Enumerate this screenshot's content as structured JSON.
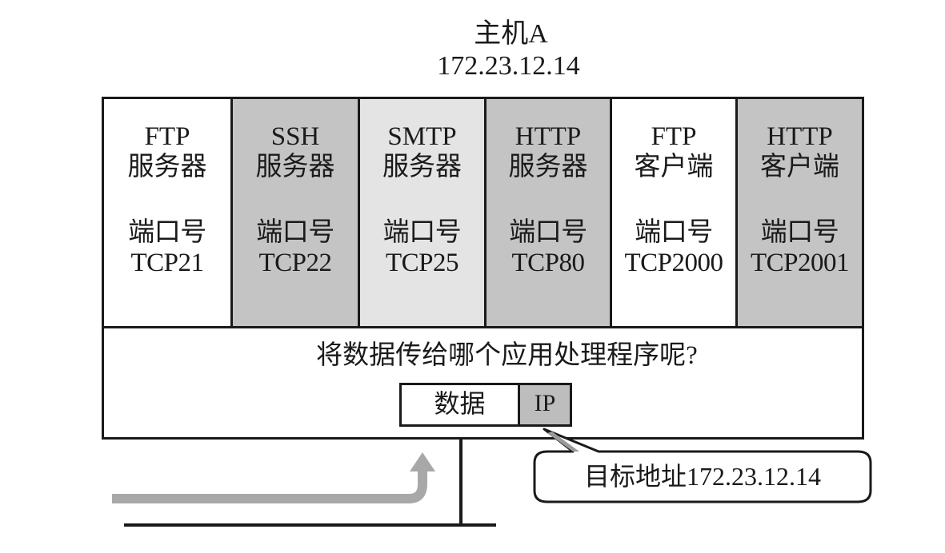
{
  "host": {
    "name": "主机A",
    "ip": "172.23.12.14"
  },
  "applications": [
    {
      "name": "FTP",
      "role": "服务器",
      "port_label": "端口号",
      "port": "TCP21",
      "fill": "#ffffff"
    },
    {
      "name": "SSH",
      "role": "服务器",
      "port_label": "端口号",
      "port": "TCP22",
      "fill": "#c4c4c4"
    },
    {
      "name": "SMTP",
      "role": "服务器",
      "port_label": "端口号",
      "port": "TCP25",
      "fill": "#e4e4e4"
    },
    {
      "name": "HTTP",
      "role": "服务器",
      "port_label": "端口号",
      "port": "TCP80",
      "fill": "#c4c4c4"
    },
    {
      "name": "FTP",
      "role": "客户端",
      "port_label": "端口号",
      "port": "TCP2000",
      "fill": "#ffffff"
    },
    {
      "name": "HTTP",
      "role": "客户端",
      "port_label": "端口号",
      "port": "TCP2001",
      "fill": "#c4c4c4"
    }
  ],
  "question": "将数据传给哪个应用处理程序呢?",
  "packet": {
    "data_label": "数据",
    "ip_label": "IP"
  },
  "callout": "目标地址172.23.12.14",
  "colors": {
    "line": "#1a1a1a",
    "arrow": "#a8a8a8",
    "ip_fill": "#bdbdbd"
  }
}
